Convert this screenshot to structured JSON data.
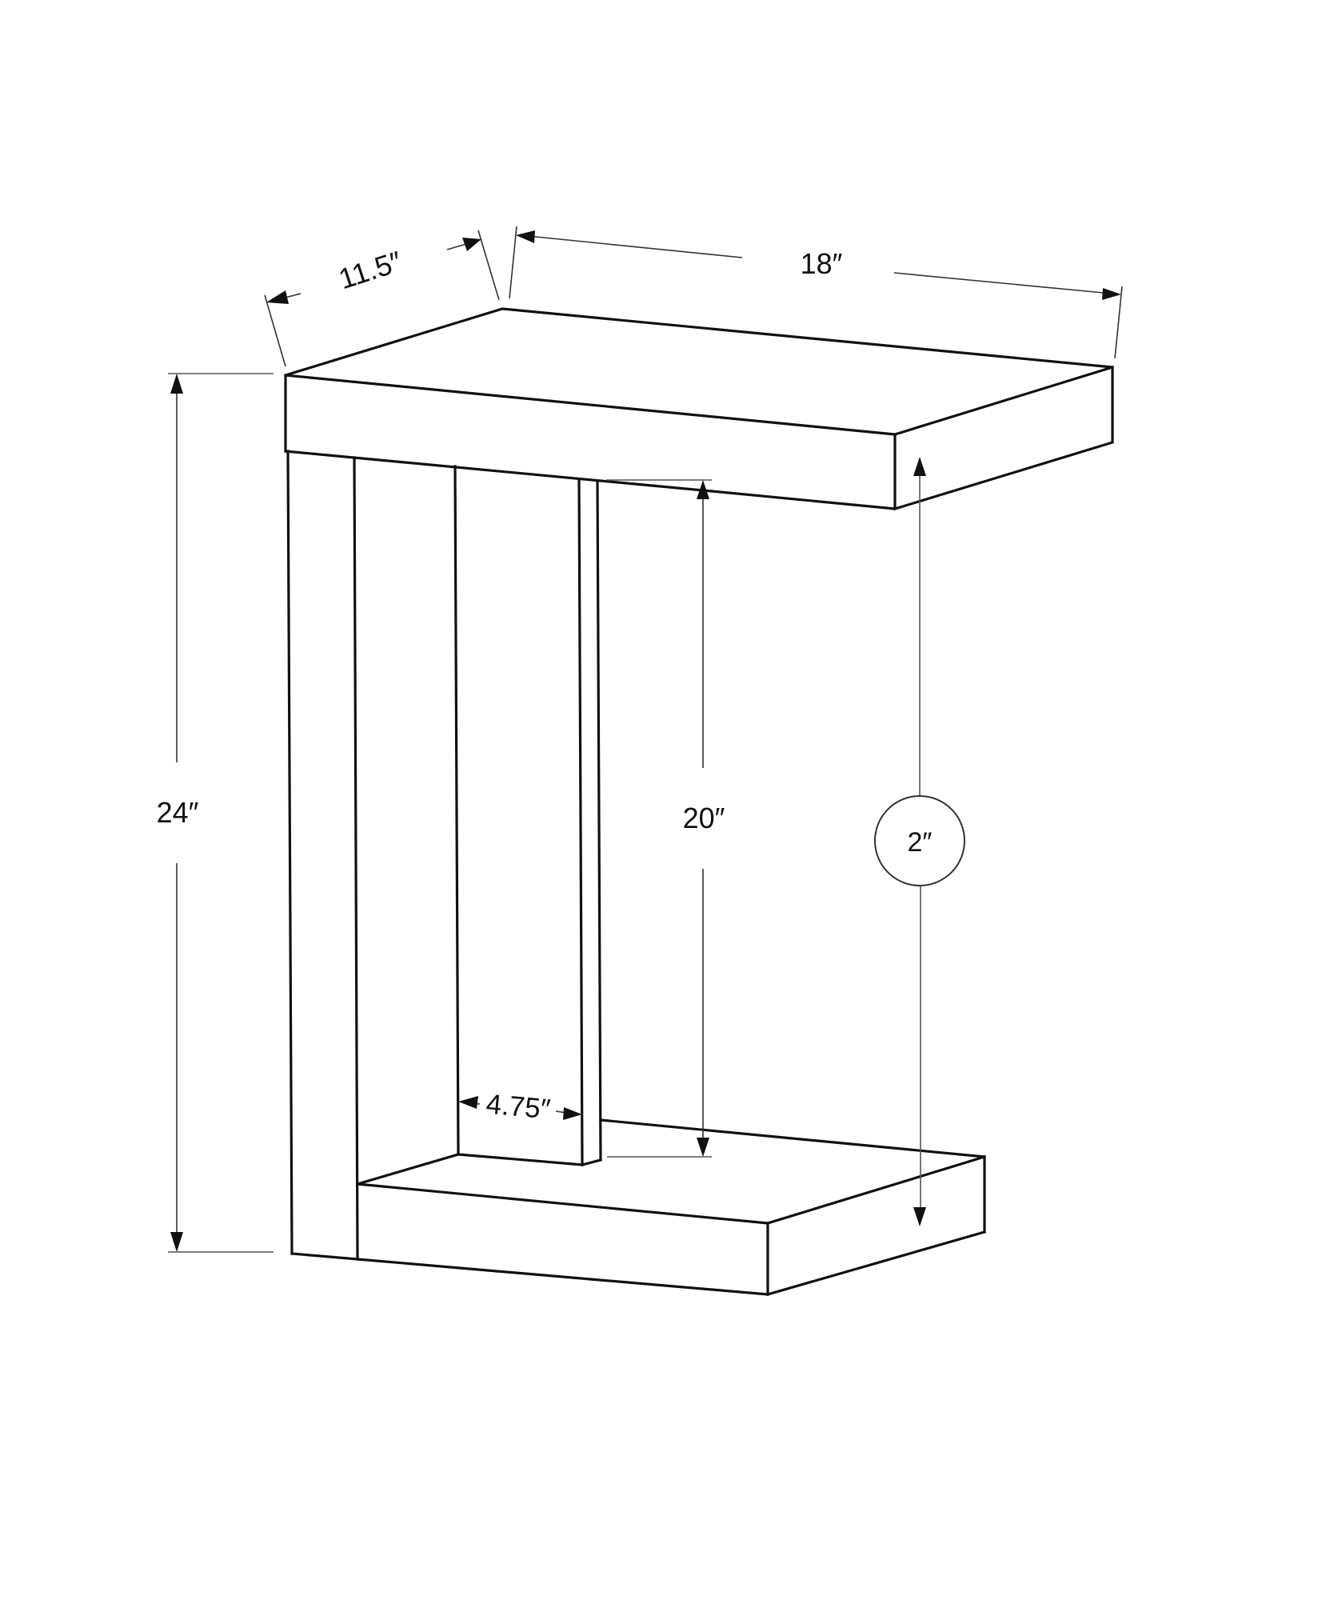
{
  "figure": {
    "type": "product dimension line drawing",
    "subject": "C-shaped side table",
    "background_color": "#ffffff",
    "line_color": "#111111"
  },
  "dimensions": {
    "depth": {
      "label": "11.5″",
      "value": 11.5,
      "unit": "in"
    },
    "width": {
      "label": "18″",
      "value": 18,
      "unit": "in"
    },
    "height": {
      "label": "24″",
      "value": 24,
      "unit": "in"
    },
    "clearance_height": {
      "label": "20″",
      "value": 20,
      "unit": "in"
    },
    "panel_width": {
      "label": "4.75″",
      "value": 4.75,
      "unit": "in"
    },
    "top_thickness": {
      "label": "2″",
      "value": 2,
      "unit": "in"
    }
  }
}
